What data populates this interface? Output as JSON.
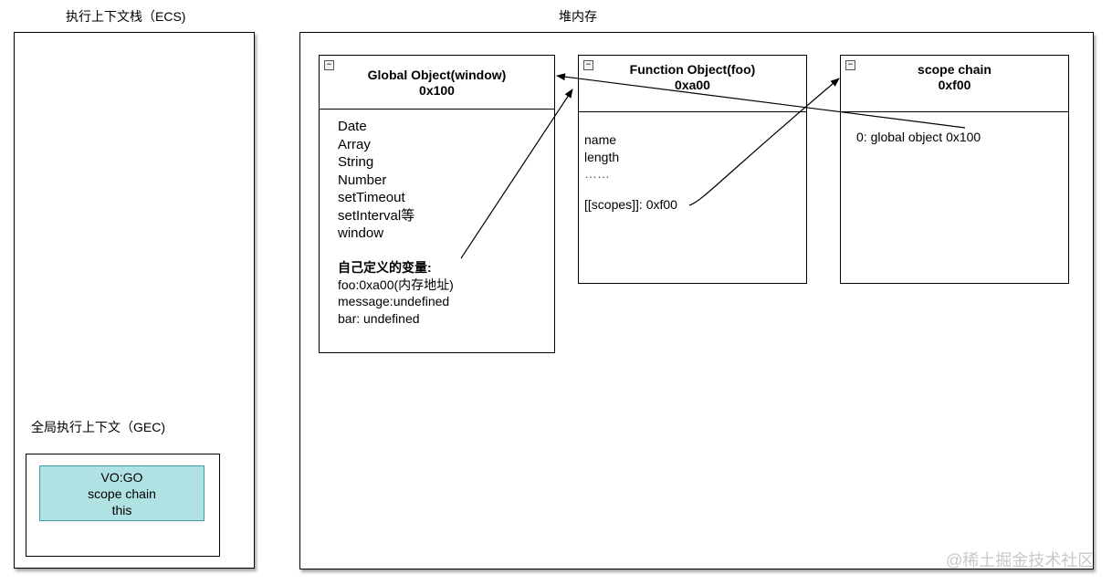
{
  "stack": {
    "title": "执行上下文栈（ECS)",
    "gec_title": "全局执行上下文（GEC)",
    "vo_lines": [
      "VO:GO",
      "scope chain",
      "this"
    ]
  },
  "heap": {
    "title": "堆内存"
  },
  "global_object": {
    "header_line1": "Global Object(window)",
    "header_line2": "0x100",
    "builtins": [
      "Date",
      "Array",
      "String",
      "Number",
      "setTimeout",
      "setInterval等",
      "window"
    ],
    "custom_title": "自己定义的变量:",
    "custom_items": [
      "foo:0xa00(内存地址)",
      "message:undefined",
      "bar: undefined"
    ]
  },
  "function_object": {
    "header_line1": "Function Object(foo)",
    "header_line2": "0xa00",
    "items": [
      "name",
      "length",
      "……"
    ],
    "scopes": "[[scopes]]: 0xf00"
  },
  "scope_chain": {
    "header_line1": "scope chain",
    "header_line2": "0xf00",
    "item": "0: global object  0x100"
  },
  "collapse_glyph": "−",
  "watermark": "@稀土掘金技术社区"
}
